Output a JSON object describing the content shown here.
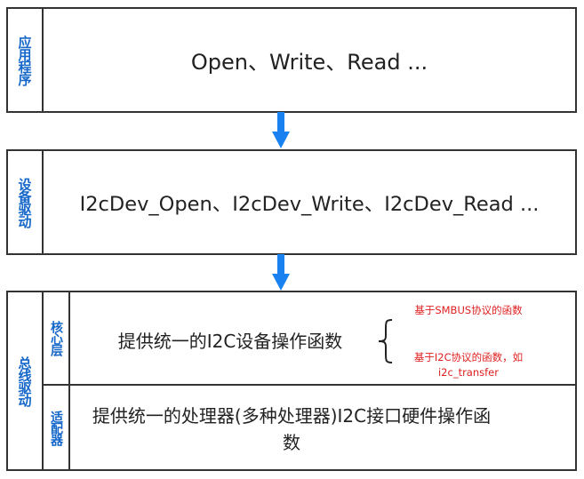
{
  "layers": {
    "app": {
      "label": "应用程序",
      "text": "Open、Write、Read ..."
    },
    "device": {
      "label": "设备驱动",
      "text": "I2cDev_Open、I2cDev_Write、I2cDev_Read ..."
    },
    "bus": {
      "label": "总线驱动",
      "core": {
        "label": "核心层",
        "text": "提供统一的I2C设备操作函数",
        "notes": [
          "基于SMBUS协议的函数",
          "基于I2C协议的函数，如 i2c_transfer"
        ]
      },
      "adapter": {
        "label": "适配器",
        "text": "提供统一的处理器(多种处理器)I2C接口硬件操作函数"
      }
    }
  },
  "colors": {
    "label": "#1567c9",
    "arrow": "#1a82f0",
    "border": "#333333",
    "note": "#e02020"
  }
}
